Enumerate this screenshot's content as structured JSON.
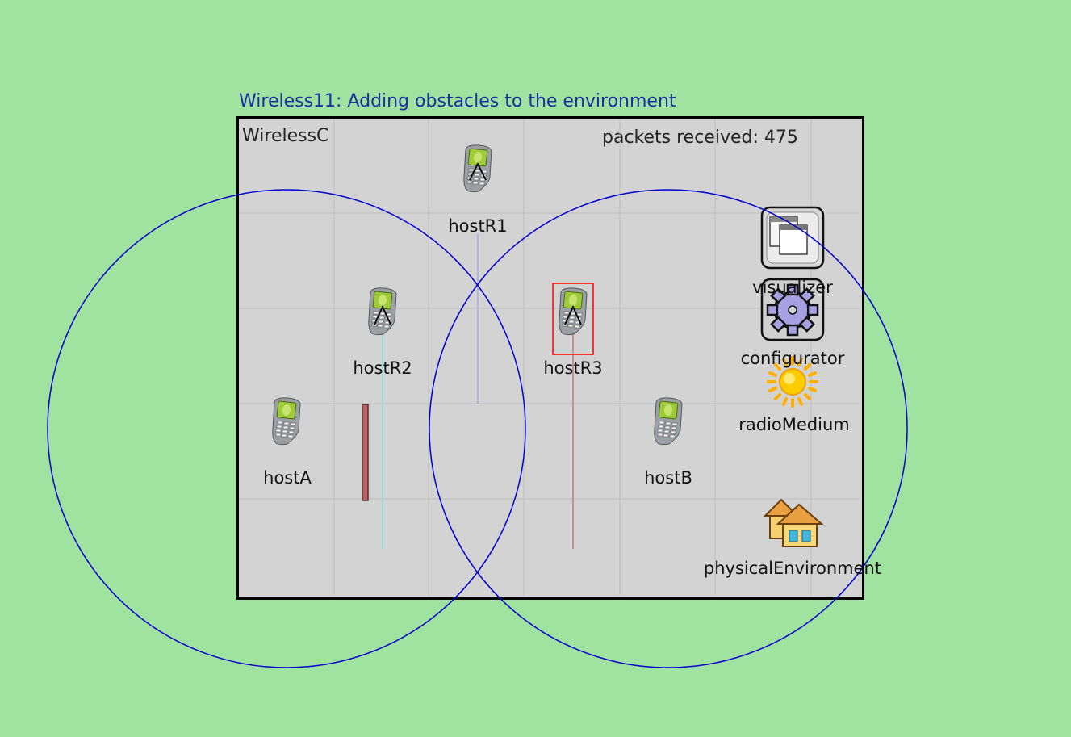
{
  "title": "Wireless11: Adding obstacles to the environment",
  "network_name": "WirelessC",
  "status": {
    "packets_received": "packets received: 475"
  },
  "colors": {
    "background": "#a0e2a0",
    "playground": "#d3d3d3",
    "title": "#1a2fa0",
    "range_circle": "#0000cc",
    "obstacle": "#c06060",
    "selection": "#ff0000"
  },
  "nodes": {
    "hostR1": {
      "label": "hostR1",
      "icon": "mobile-phone-icon"
    },
    "hostR2": {
      "label": "hostR2",
      "icon": "mobile-phone-icon"
    },
    "hostR3": {
      "label": "hostR3",
      "icon": "mobile-phone-icon",
      "selected": true
    },
    "hostA": {
      "label": "hostA",
      "icon": "mobile-phone-icon"
    },
    "hostB": {
      "label": "hostB",
      "icon": "mobile-phone-icon"
    },
    "visualizer": {
      "label": "visualizer",
      "icon": "windows-icon"
    },
    "configurator": {
      "label": "configurator",
      "icon": "gear-icon"
    },
    "radioMedium": {
      "label": "radioMedium",
      "icon": "sun-icon"
    },
    "physicalEnvironment": {
      "label": "physicalEnvironment",
      "icon": "houses-icon"
    }
  }
}
